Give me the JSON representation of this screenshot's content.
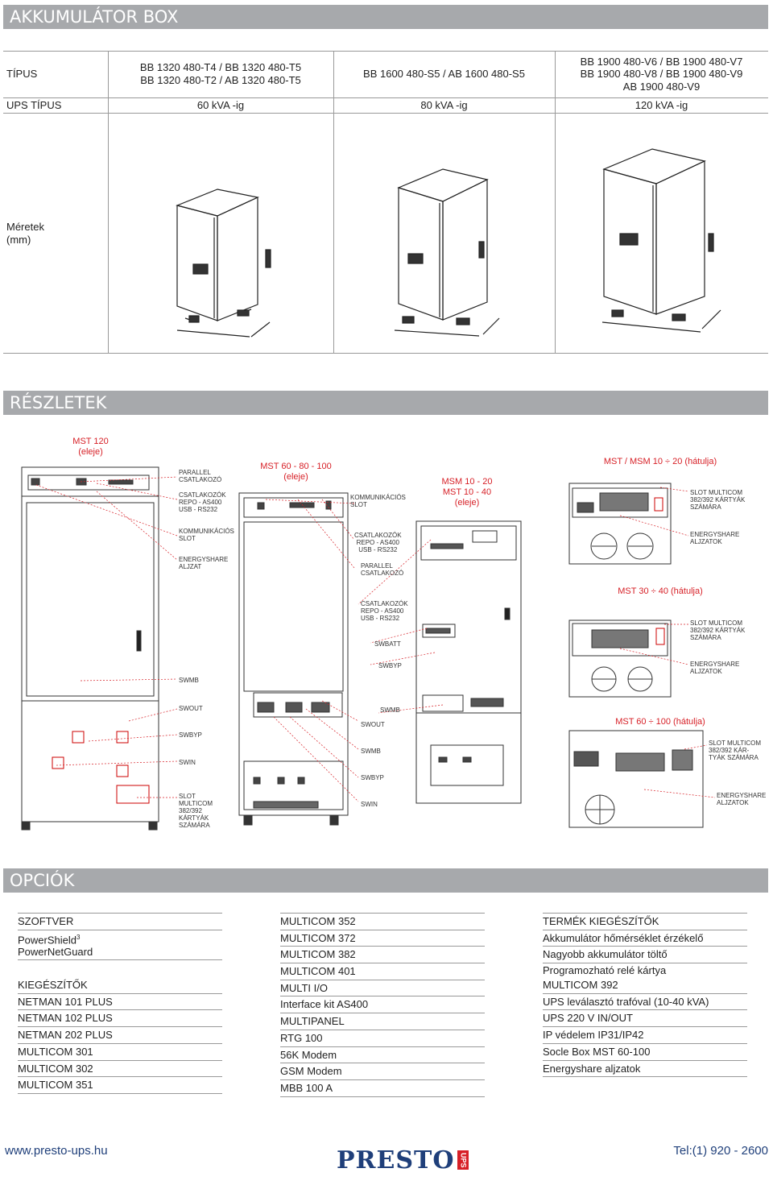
{
  "header": {
    "title": "AKKUMULÁTOR BOX"
  },
  "specs": {
    "tipus_label": "TÍPUS",
    "ups_tipus_label": "UPS TÍPUS",
    "meretek_label": "Méretek\n(mm)",
    "models": [
      {
        "line1": "BB 1320 480-T4 / BB 1320 480-T5",
        "line2": "BB 1320 480-T2 / AB 1320 480-T5",
        "line3": "",
        "ups": "60 kVA -ig"
      },
      {
        "line1": "BB 1600 480-S5 / AB 1600 480-S5",
        "line2": "",
        "line3": "",
        "ups": "80 kVA -ig"
      },
      {
        "line1": "BB 1900 480-V6 / BB 1900 480-V7",
        "line2": "BB 1900 480-V8 / BB 1900 480-V9",
        "line3": "AB 1900 480-V9",
        "ups": "120 kVA -ig"
      }
    ]
  },
  "details": {
    "title": "RÉSZLETEK",
    "captions": {
      "mst120": "MST 120\n(eleje)",
      "mst60": "MST 60 - 80 - 100\n(eleje)",
      "msm": "MSM 10 - 20\nMST  10 - 40\n(eleje)",
      "mst_msm_back": "MST / MSM  10 ÷ 20 (hátulja)",
      "mst30": "MST 30 ÷ 40 (hátulja)",
      "mst60back": "MST 60 ÷ 100 (hátulja)"
    },
    "labels": {
      "a1": "PARALLEL\nCSATLAKOZÓ",
      "a2": "CSATLAKOZÓK\nREPO - AS400\nUSB - RS232",
      "a3": "KOMMUNIKÁCIÓS\nSLOT",
      "a4": "ENERGYSHARE\nALJZAT",
      "a5": "SWMB",
      "a6": "SWOUT",
      "a7": "SWBYP",
      "a8": "SWIN",
      "a9": "SLOT\nMULTICOM\n382/392\nKÁRTYÁK\nSZÁMÁRA",
      "b1": "KOMMUNIKÁCIÓS\nSLOT",
      "b2": "CSATLAKOZÓK\nREPO - AS400\nUSB - RS232",
      "b3": "PARALLEL\nCSATLAKOZÓ",
      "b4": "CSATLAKOZÓK\nREPO - AS400\nUSB - RS232",
      "b5": "SWBATT",
      "b6": "SWBYP",
      "b7": "SWMB",
      "b8": "SWOUT",
      "b9": "SWMB",
      "b10": "SWBYP",
      "b11": "SWIN",
      "c1": "SLOT  MULTICOM\n382/392 KÁRTYÁK\nSZÁMÁRA",
      "c2": "ENERGYSHARE\nALJZATOK",
      "c3": "SLOT  MULTICOM\n382/392 KÁRTYÁK\nSZÁMÁRA",
      "c4": "ENERGYSHARE\nALJZATOK",
      "c5": "SLOT  MULTICOM\n382/392 KÁR-\nTYÁK SZÁMÁRA",
      "c6": "ENERGYSHARE\nALJZATOK"
    }
  },
  "options": {
    "title": "OPCIÓK",
    "col1": [
      {
        "t": "SZOFTVER",
        "sup": ""
      },
      {
        "t": "PowerShield",
        "sup": "3"
      },
      {
        "t": "PowerNetGuard",
        "sup": ""
      },
      {
        "t": "",
        "sup": ""
      },
      {
        "t": "KIEGÉSZÍTŐK",
        "sup": ""
      },
      {
        "t": "NETMAN 101 PLUS",
        "sup": ""
      },
      {
        "t": "NETMAN 102 PLUS",
        "sup": ""
      },
      {
        "t": "NETMAN 202 PLUS",
        "sup": ""
      },
      {
        "t": "MULTICOM 301",
        "sup": ""
      },
      {
        "t": "MULTICOM 302",
        "sup": ""
      },
      {
        "t": "MULTICOM 351",
        "sup": ""
      }
    ],
    "col2": [
      "MULTICOM 352",
      "MULTICOM 372",
      "MULTICOM 382",
      "MULTICOM 401",
      "MULTI I/O",
      "Interface kit AS400",
      "MULTIPANEL",
      "RTG 100",
      "56K Modem",
      "GSM Modem",
      "MBB 100 A"
    ],
    "col3": [
      "TERMÉK KIEGÉSZÍTŐK",
      "Akkumulátor hőmérséklet érzékelő",
      "Nagyobb akkumulátor töltő",
      "Programozható relé kártya",
      "MULTICOM 392",
      "UPS leválasztó trafóval (10-40 kVA)",
      "UPS 220 V IN/OUT",
      "IP védelem IP31/IP42",
      "Socle Box MST 60-100",
      "Energyshare aljzatok"
    ]
  },
  "footer": {
    "url": "www.presto-ups.hu",
    "brand": "PRESTO",
    "brand_sub": "UPS",
    "phone": "Tel:(1) 920 - 2600"
  }
}
